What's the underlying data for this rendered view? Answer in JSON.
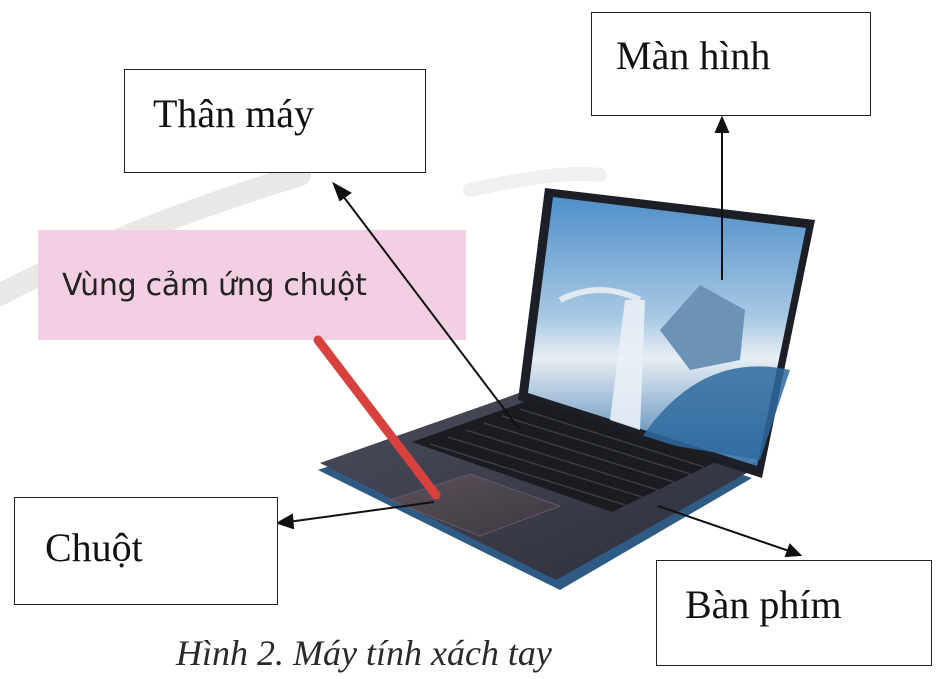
{
  "labels": {
    "than_may": "Thân máy",
    "man_hinh": "Màn hình",
    "chuot": "Chuột",
    "ban_phim": "Bàn phím",
    "vung_cam_ung": "Vùng cảm ứng chuột"
  },
  "caption": "Hình 2. Máy tính xách tay"
}
